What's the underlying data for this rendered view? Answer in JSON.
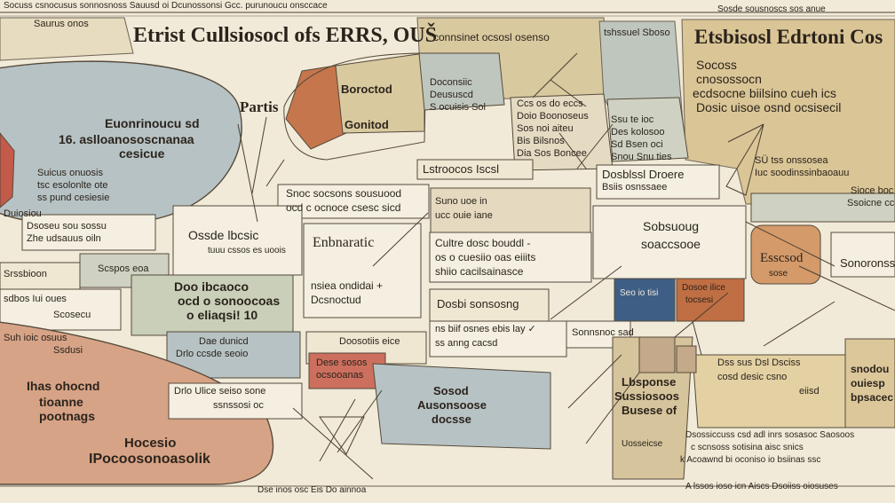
{
  "colors": {
    "paper": "#f1ead8",
    "slate": "#b9c3c4",
    "ochre": "#dbc79a",
    "rust": "#c9805e",
    "salmon": "#d7a386",
    "navy": "#3e5e86",
    "sage": "#c9cfb8",
    "ink": "#2b241c"
  },
  "texts": {
    "top_caption": "Socuss csnocusus  sonnosnoss Sauusd oi Dcunossonsi Gcc. purunoucu onsccace",
    "top_right_caption": "Sosde sousnoscs sos anue",
    "top_mini_left": "Saurus onos",
    "main_title": "Etrist  Cullsiosocl ofs ERRS, OUŠ",
    "main_title_sub": "connsinet ocsosl osenso",
    "top_box_label": "tshssuel Sboso",
    "right_title": "Etsbisosl Edrtoni Cos",
    "right_sub1": "Socoss",
    "right_sub2": "cnosossocn",
    "right_sub3": "ecdsocne biilsino cueh ics",
    "right_sub4": "Dosic uisoe osnd ocsisecil",
    "parts": "Partis",
    "left_oval_l1": "Euonrinoucu sd",
    "left_oval_l2": "16. aslloanososcnanaa",
    "left_oval_l3": "cesicue",
    "left_oval_s1": "Suicus onuosis",
    "left_oval_s2": "tsc esolonlte ote",
    "left_oval_s3": "ss pund cesiesie",
    "boroctod": "Boroctod",
    "gonitod": "Gonitod",
    "center_small1": "Doconsiic",
    "center_small2": "Deususcd",
    "center_small3": "S ocuisis Sol",
    "column_notes_1": "Ccs os do eccs",
    "column_notes_2": "Doio Boonoseus",
    "column_notes_3": "Sos noi aiteu",
    "column_notes_4": "Bis Bilsnos",
    "column_notes_5": "Dia Sos Boncee",
    "right_notes_1": "Ssu te ioc",
    "right_notes_2": "Des kolosoo",
    "right_notes_3": "Sd Bsen oci",
    "right_notes_4": "Snou Snu ties",
    "lstrocos": "Lstroocos Iscsl",
    "dosblssl": "Dosblssl Droere",
    "dosblssl_sub": "Bsiis osnssaee",
    "snoc_l1": "Snoc socsons sousuood",
    "snoc_l2": "ocd  c ocnoce  csesc sicd",
    "ssu_box_l1": "Suno uoe in",
    "ssu_box_l2": "ucc  ouie iane",
    "fr_right_l1": "SÜ tss onssosea",
    "fr_right_l2": "Iuc soodinssinbaoauu",
    "fr_right_l3": "Sioce boc",
    "fr_right_l4": "Ssoicne ccuees",
    "left_stack_1": "Dsoseu sou sossu",
    "left_stack_2": "Zhe udsauus oiln",
    "left_stack_3": "Scspos eoa",
    "left_stack_4": "Srssbioon",
    "left_stack_5": "sdbos Iui oues",
    "left_stack_6": "Scosecu",
    "oside": "Ossde lbcsic",
    "oside_sub": "tuuu cssos es uoois",
    "enbnaratic": "Enbnaratic",
    "nsc_l1": "nsiea  ondidai  +",
    "nsc_l2": "Dcsnoctud",
    "cutre_l1": "Cultre dosc bouddl -",
    "cutre_l2": "os  o  cuesiio  oas  eiiits",
    "cutre_l3": "shiio cacilsainasce",
    "dosb_blue": "Dosbi sonsosng",
    "nsbi_l1": "ns biif osnes ebis lay  ✓",
    "nsbi_l2": "ss  anng cacsd",
    "sa_mid": "Sonnsnoc sad",
    "doob_l1": "Doo ibcaoco",
    "doob_l2": "ocd  o sonoocoas",
    "doob_l3": "o eliaqsi!  10",
    "thre_l1": "Dae dunicd",
    "thre_l2": "Drlo ccsde  seoio",
    "hrdd_l1": "Drlo Ulice seiso sone",
    "hrdd_l2": "ssnssosi oc",
    "locsia": "Doosotiis eice",
    "pink_box_l1": "Dese sosos",
    "pink_box_l2": "ocsooanas",
    "dored": "Sosod",
    "ausonscs": "Ausonsoose",
    "sousa": "docsse",
    "sobsuoug": "Sobsuoug",
    "soccsoo": "soaccsooe",
    "esscod": "Esscsod",
    "esscod_sub": "sose",
    "soronsoss": "Sonoronss",
    "llnnons_l1": "Lbsponse",
    "llnnons_l2": "Sussiosoos",
    "llnnons_l3": "Busese of",
    "blue_sq_t": "Seo io tisi",
    "rust_sq_t": "Dosoe ilice",
    "rust_sq_s": "tocsesi",
    "lhe_mid": "Uosseicse",
    "c_right_l1": "Dss sus  Dsl Dsciss",
    "c_right_l2": "cosd desic  csno",
    "c_right_l3": "eiisd",
    "far_r_l1": "snodou",
    "far_r_l2": "ouiesp",
    "far_r_l3": "bpsacec",
    "bottom_l1": "Dsossiccuss csd adl inrs sosasoc  Saosoos",
    "bottom_l2": "c scnsoss sotisina  aisc snics",
    "bottom_l3": "k  Acoawnd  bi  oconiso io  bsiinas ssc",
    "bottom_l4": "A  lssos ioso  icn Aiscs  Dsoiiss  oiosuses",
    "bottom_center": "Dse inos osc Eis Do ainnoa",
    "bot_left_l1": "Ihas ohocnd",
    "bot_left_l2": "tioanne",
    "bot_left_l3": "pootnags",
    "bot_left_l4": "Hocesio",
    "bot_left_l5": "IPocoosonoasolik",
    "left_mid_l1": "Duiosiou",
    "left_mid_l2": "Suh ioic osuus",
    "left_mid_l3": "Ssdusi"
  }
}
